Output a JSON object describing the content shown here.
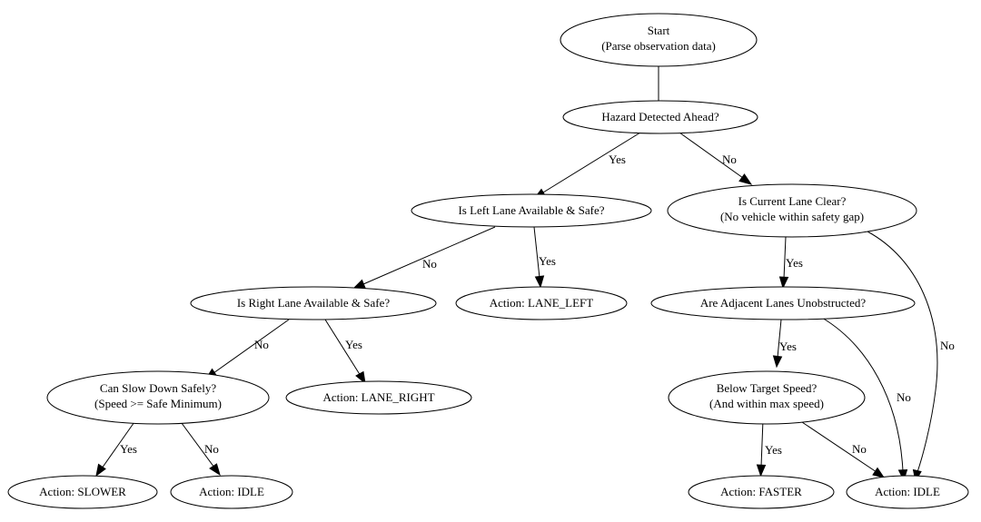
{
  "nodes": {
    "start": {
      "lines": [
        "Start",
        "(Parse observation data)"
      ]
    },
    "hazard": {
      "lines": [
        "Hazard Detected Ahead?"
      ]
    },
    "left_lane": {
      "lines": [
        "Is Left Lane Available & Safe?"
      ]
    },
    "current_lane": {
      "lines": [
        "Is Current Lane Clear?",
        "(No vehicle within safety gap)"
      ]
    },
    "right_lane": {
      "lines": [
        "Is Right Lane Available & Safe?"
      ]
    },
    "lane_left": {
      "lines": [
        "Action: LANE_LEFT"
      ]
    },
    "adjacent": {
      "lines": [
        "Are Adjacent Lanes Unobstructed?"
      ]
    },
    "slow_down": {
      "lines": [
        "Can Slow Down Safely?",
        "(Speed >= Safe Minimum)"
      ]
    },
    "lane_right": {
      "lines": [
        "Action: LANE_RIGHT"
      ]
    },
    "below_speed": {
      "lines": [
        "Below Target Speed?",
        "(And within max speed)"
      ]
    },
    "slower": {
      "lines": [
        "Action: SLOWER"
      ]
    },
    "idle_left": {
      "lines": [
        "Action: IDLE"
      ]
    },
    "faster": {
      "lines": [
        "Action: FASTER"
      ]
    },
    "idle_right": {
      "lines": [
        "Action: IDLE"
      ]
    }
  },
  "edges": [
    {
      "from": "start",
      "to": "hazard",
      "label": ""
    },
    {
      "from": "hazard",
      "to": "left_lane",
      "label": "Yes"
    },
    {
      "from": "hazard",
      "to": "current_lane",
      "label": "No"
    },
    {
      "from": "left_lane",
      "to": "right_lane",
      "label": "No"
    },
    {
      "from": "left_lane",
      "to": "lane_left",
      "label": "Yes"
    },
    {
      "from": "right_lane",
      "to": "slow_down",
      "label": "No"
    },
    {
      "from": "right_lane",
      "to": "lane_right",
      "label": "Yes"
    },
    {
      "from": "slow_down",
      "to": "slower",
      "label": "Yes"
    },
    {
      "from": "slow_down",
      "to": "idle_left",
      "label": "No"
    },
    {
      "from": "current_lane",
      "to": "adjacent",
      "label": "Yes"
    },
    {
      "from": "current_lane",
      "to": "idle_right",
      "label": "No"
    },
    {
      "from": "adjacent",
      "to": "below_speed",
      "label": "Yes"
    },
    {
      "from": "adjacent",
      "to": "idle_right",
      "label": "No"
    },
    {
      "from": "below_speed",
      "to": "faster",
      "label": "Yes"
    },
    {
      "from": "below_speed",
      "to": "idle_right",
      "label": "No"
    }
  ]
}
